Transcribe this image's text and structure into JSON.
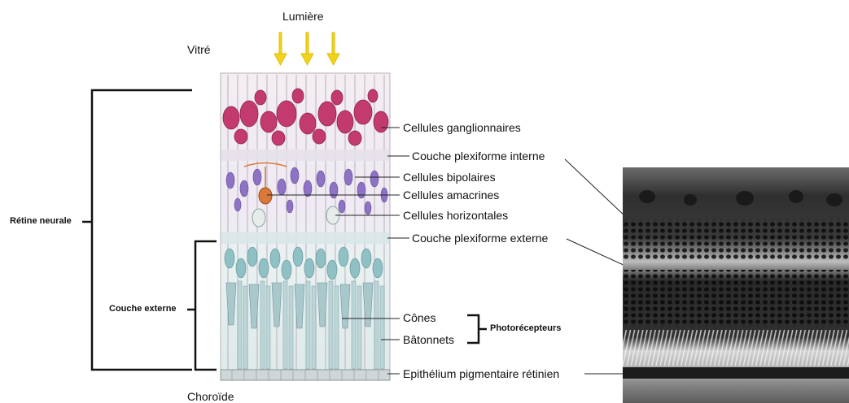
{
  "top": {
    "light": "Lumière",
    "vitreous": "Vitré"
  },
  "bottom": {
    "choroid": "Choroïde"
  },
  "brackets": {
    "neural_retina": "Rétine neurale",
    "outer_layer": "Couche externe",
    "photoreceptors": "Photorécepteurs"
  },
  "labels": [
    "Cellules ganglionnaires",
    "Couche plexiforme interne",
    "Cellules bipolaires",
    "Cellules amacrines",
    "Cellules horizontales",
    "Couche plexiforme externe",
    "Cônes",
    "Bâtonnets",
    "Epithélium pigmentaire rétinien"
  ],
  "colors": {
    "arrow": "#f2d21a",
    "ganglion": "#c23a6e",
    "bipolar": "#8e72c4",
    "amacrine": "#d9783a",
    "photoreceptor": "#7fb2b8",
    "micrograph": "#3c3c3c"
  },
  "icons": [
    "light-arrow-icon"
  ]
}
